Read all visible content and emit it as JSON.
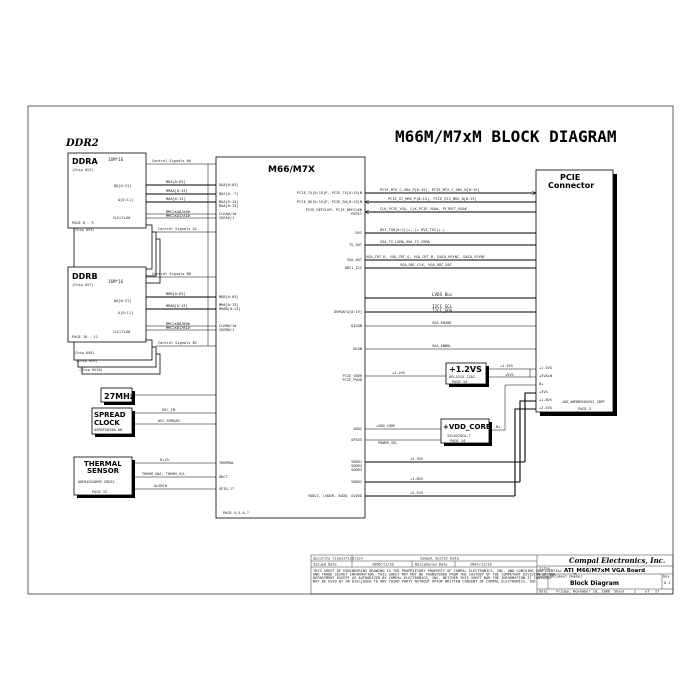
{
  "title": "M66M/M7xM BLOCK DIAGRAM",
  "section_label": "DDR2",
  "gpu": {
    "name": "M66/M7X",
    "page": "PAGE 4,5,6,7",
    "left_pins": [
      "DQA[0:63]",
      "DQS[0..7]",
      "MAA[0:13]",
      "MAA[0:13]",
      "CLKA0/1#",
      "CKEA0/1",
      "MDB[0:63]",
      "MMA[0:13]",
      "MMAB[0:13]",
      "CLKB0/1#",
      "CKEB0/1",
      "THERMAL",
      "DDC7",
      "GPIO_17"
    ],
    "right_pins": [
      "PCIE_TX[0:15]P, PCIE_TX[0:15]N",
      "PCIE_RX[0:15]P, PCIE_RX[0:15]N",
      "PCIE_REFCLKP, PCIE_REFCLKN",
      "PERST",
      "DVI",
      "TV_OUT",
      "VGA_OUT",
      "DDC1_I2C",
      "DVPDATA[0:19]",
      "DIGON",
      "BLON",
      "PCIE_VDDR",
      "PCIE_PVDD",
      "VDDC",
      "GPIO5",
      "VDDR1",
      "VDDR4",
      "VDDR3",
      "VDDR1",
      "VDDCI, LVDDR, AVDD, A2VDD"
    ]
  },
  "ddra": {
    "name": "DDRA",
    "chip": "(Chip UV3)",
    "size": "16M*16",
    "pins": [
      "DQ[0:31]",
      "A[0:11]",
      "CLK/CLK#"
    ],
    "page": "PAGE 8 - 9",
    "stack": [
      "(Chip UV4)",
      "(Chip UV5)",
      "(Chip UV6)"
    ],
    "sig_top": "Control Signals A0",
    "sig_bot": "Control Signals A1",
    "bus_labels": [
      "MDA[0:63]",
      "MMAA[0:13]",
      "MAA[0:13]",
      "MMCLKA0/A0#",
      "MMCLKA1/A1#"
    ]
  },
  "ddrb": {
    "name": "DDRB",
    "chip": "(Chip UV7)",
    "size": "16M*16",
    "pins": [
      "DQ[0:31]",
      "A[0:11]",
      "CLK/CLK#"
    ],
    "page": "PAGE 10 - 11",
    "stack": [
      "(Chip UV8)",
      "(Chip UV9)",
      "(Chip UV10)"
    ],
    "sig_top": "Control Signals B0",
    "sig_bot": "Control Signals B1",
    "bus_labels": [
      "MDB[0:63]",
      "MMAB[0:13]",
      "MMCLKB0/B0#",
      "MMCLKB1/B1#"
    ]
  },
  "pcie": {
    "name": "PCIE",
    "sub": "Connector",
    "pins": [
      "+1.5VS",
      "+5VALW",
      "B+",
      "+3VS",
      "+1.8VS",
      "+2.5VS"
    ],
    "ref": "JAE_WM38M20SVS2_28PF",
    "page": "PAGE 3"
  },
  "signals": {
    "pcie_tx": "PCIE_MTX_C_GRX_P[0:15], PCIE_MTX_C_GRX_N[0:15]",
    "pcie_rx": "PCIE_GT_MRX_P[0:15], PCIE_GTX_MRX_N[0:15]",
    "pcie_ref": "CLK_PCIE_VGA, CLK_PCIE_VGA#, PLTRST_VGA#",
    "dvi": "DVI_TXD[0:2](+,-)+ DVI_TXC(+-)",
    "tv": "VGA_TV_LUMA,VGA_TV_CRMA",
    "vga": "VGA_CRT_R, VGA_CRT_G, VGA_CRT_B, DACA_HSYNC, DACA_VSYNC",
    "ddc": "VGA_DDC_CLK, VGA_DDC_DAT",
    "lvds": "LVDS Bus",
    "i2c_clk": "I2CC_SCL",
    "i2c_dat": "I2CC_SDA",
    "envdd": "VGA_ENVDD",
    "enbkl": "VGA_ENBKL",
    "v12": "+1.2VS",
    "v15": "+1.5VS",
    "vdd_core": "+VDD_CORE",
    "power_sel": "POWER_SEL",
    "v33a": "+3.3VS",
    "v18": "+1.8VS",
    "v25": "+2.5VS",
    "osc_in": "OSC_IN",
    "osc_spread": "OSC_SPREAD",
    "d_plus_minus": "D+/D-",
    "therm_io": "THERM_SDA, THERM_SCL",
    "alert": "ALERT#"
  },
  "reg12": {
    "name": "+1.2VS",
    "part": "APL5315-12AC",
    "page": "PAGE 14",
    "tag": "+5VS"
  },
  "regcore": {
    "name": "+VDD_CORE",
    "part": "ISL6225CA-T",
    "page": "PAGE 14",
    "tag": "B+"
  },
  "xtal": {
    "name": "27MHz"
  },
  "spread": {
    "name1": "SPREAD",
    "name2": "CLOCK",
    "part": "ASM3P2819B-08",
    "page": "PAGE 5"
  },
  "thermal": {
    "name1": "THERMAL",
    "name2": "SENSOR",
    "part": "ADM1032ARMZ-2REEL",
    "page": "PAGE 12"
  },
  "titleblock": {
    "security": "Security Classification",
    "secret": "Compal Secret Data",
    "issued": "Issued Date",
    "issued_val": "2006/11/10",
    "deciphered": "Deciphered Date",
    "deciphered_val": "2007/11/10",
    "company": "Compal Electronics, Inc.",
    "title_lbl": "Title",
    "size_lbl": "Size",
    "docnum_lbl": "Document Number",
    "rev_lbl": "Rev",
    "doc_title": "ATI_M66/M7xM VGA Board",
    "doc_name": "Block Diagram",
    "rev": "0.1",
    "date_lbl": "Date",
    "date": "Friday, November 10, 2006",
    "sheet_lbl": "Sheet",
    "sheet": "2",
    "of_lbl": "of",
    "of": "27",
    "note1": "THIS SHEET OF ENGINEERING DRAWING IS THE PROPRIETARY PROPERTY OF COMPAL ELECTRONICS, INC. AND CONTAINS CONFIDENTIAL",
    "note2": "AND TRADE SECRET INFORMATION. THIS SHEET MAY NOT BE TRANSFERED FROM THE CUSTODY OF THE COMPETENT DIVISION OF R&D",
    "note3": "DEPARTMENT EXCEPT AS AUTHORIZED BY COMPAL ELECTRONICS, INC. NEITHER THIS SHEET NOR THE INFORMATION IT CONTAINS",
    "note4": "MAY BE USED BY OR DISCLOSED TO ANY THIRD PARTY WITHOUT PRIOR WRITTEN CONSENT OF COMPAL ELECTRONICS, INC."
  }
}
